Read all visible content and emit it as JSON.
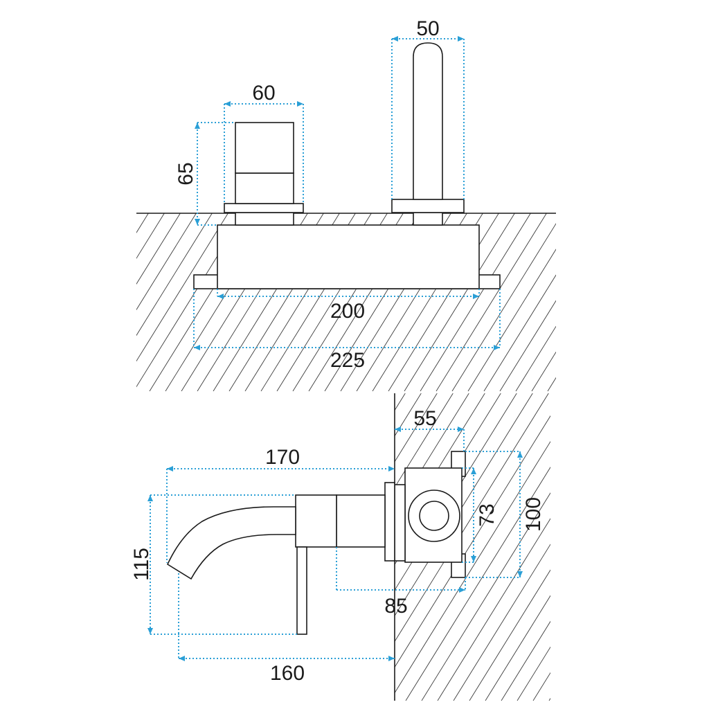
{
  "colors": {
    "dimension_line": "#2a9fd6",
    "outline": "#1a1a1a",
    "background": "#ffffff"
  },
  "top_view": {
    "dimensions": {
      "handle_width": "60",
      "handle_height": "65",
      "spout_width": "50",
      "body_width": "200",
      "plate_width": "225"
    }
  },
  "side_view": {
    "dimensions": {
      "spout_projection": "170",
      "spout_height": "115",
      "handle_projection": "160",
      "wall_depth": "55",
      "body_height": "73",
      "plate_height": "100",
      "mixer_depth": "85"
    }
  }
}
